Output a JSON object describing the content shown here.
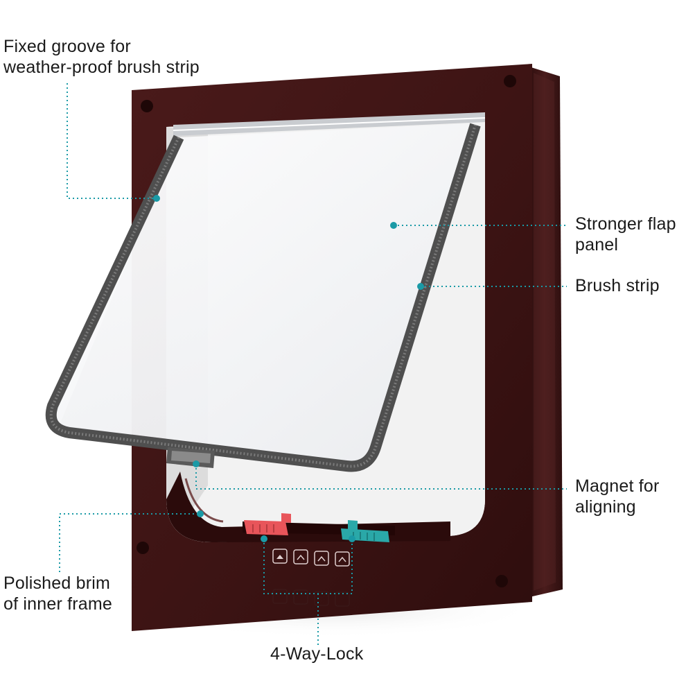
{
  "product": {
    "frame_color": "#3d1515",
    "flap_tint": "#eef0f2",
    "brush_color": "#555555",
    "lock_colors": [
      "#e8555a",
      "#2aa8a8"
    ],
    "accent_color": "#1a9aa6",
    "lock_icons": [
      "lock-icon",
      "in-only-icon",
      "out-only-icon",
      "open-icon"
    ]
  },
  "callouts": {
    "fixed_groove": [
      "Fixed groove for",
      "weather-proof brush strip"
    ],
    "flap_panel": [
      "Stronger flap",
      "panel"
    ],
    "brush_strip": [
      "Brush strip"
    ],
    "magnet": [
      "Magnet for",
      "aligning"
    ],
    "polished_brim": [
      "Polished brim",
      "of inner frame"
    ],
    "four_way_lock": [
      "4-Way-Lock"
    ]
  }
}
